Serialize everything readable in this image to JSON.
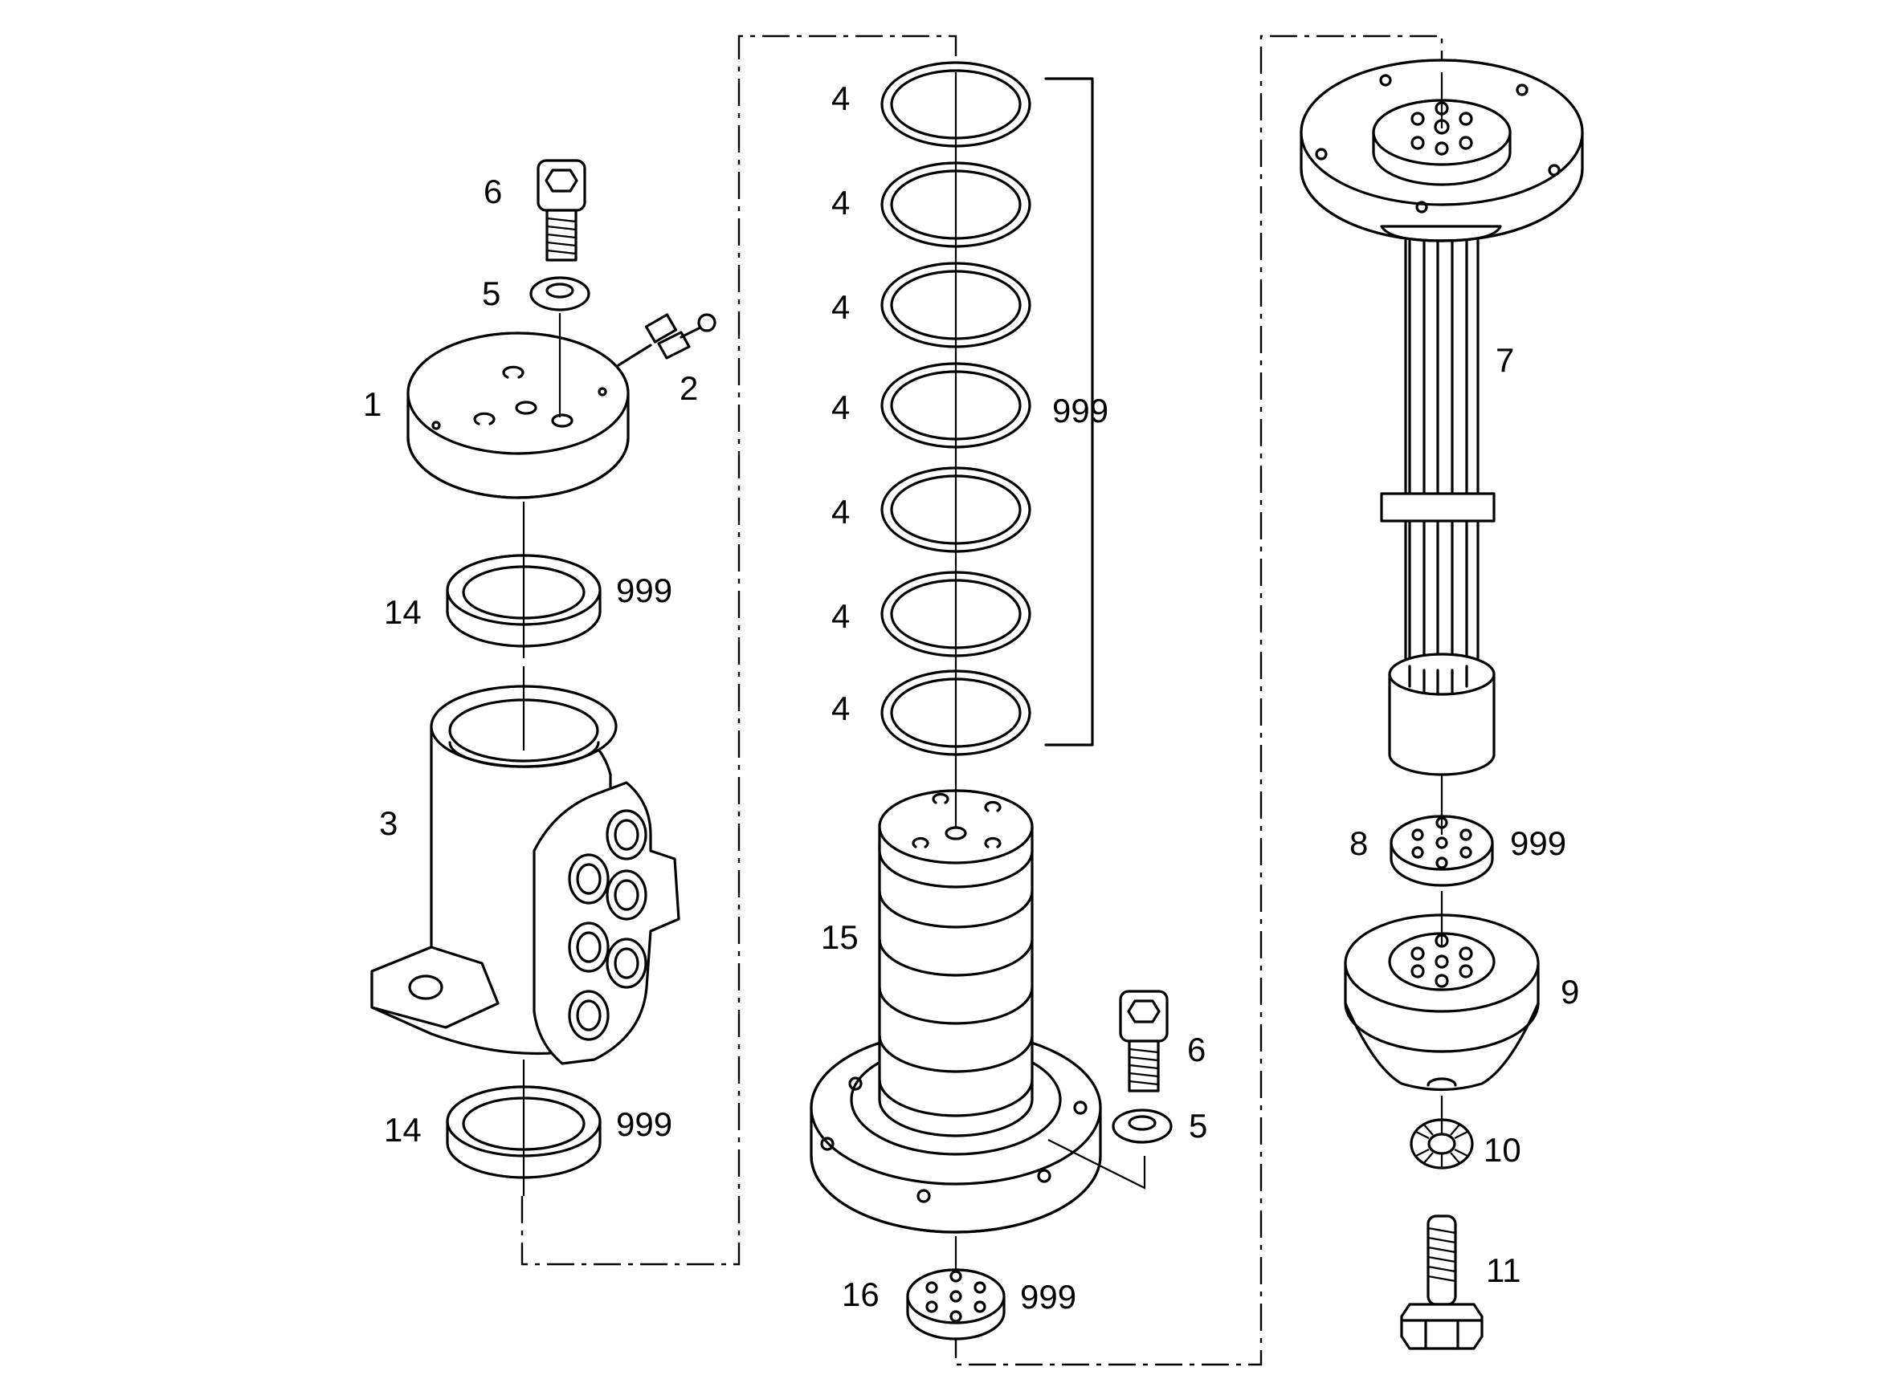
{
  "callouts": {
    "p1": "1",
    "p2": "2",
    "p3": "3",
    "p4a": "4",
    "p4b": "4",
    "p4c": "4",
    "p4d": "4",
    "p4e": "4",
    "p4f": "4",
    "p4g": "4",
    "p5a": "5",
    "p5b": "5",
    "p6a": "6",
    "p6b": "6",
    "p7": "7",
    "p8": "8",
    "p9": "9",
    "p10": "10",
    "p11": "11",
    "p14a": "14",
    "p14b": "14",
    "p15": "15",
    "p16": "16",
    "k999_oring_group": "999",
    "k999_ring_upper": "999",
    "k999_ring_lower": "999",
    "k999_seal_8": "999",
    "k999_seal_16": "999"
  }
}
